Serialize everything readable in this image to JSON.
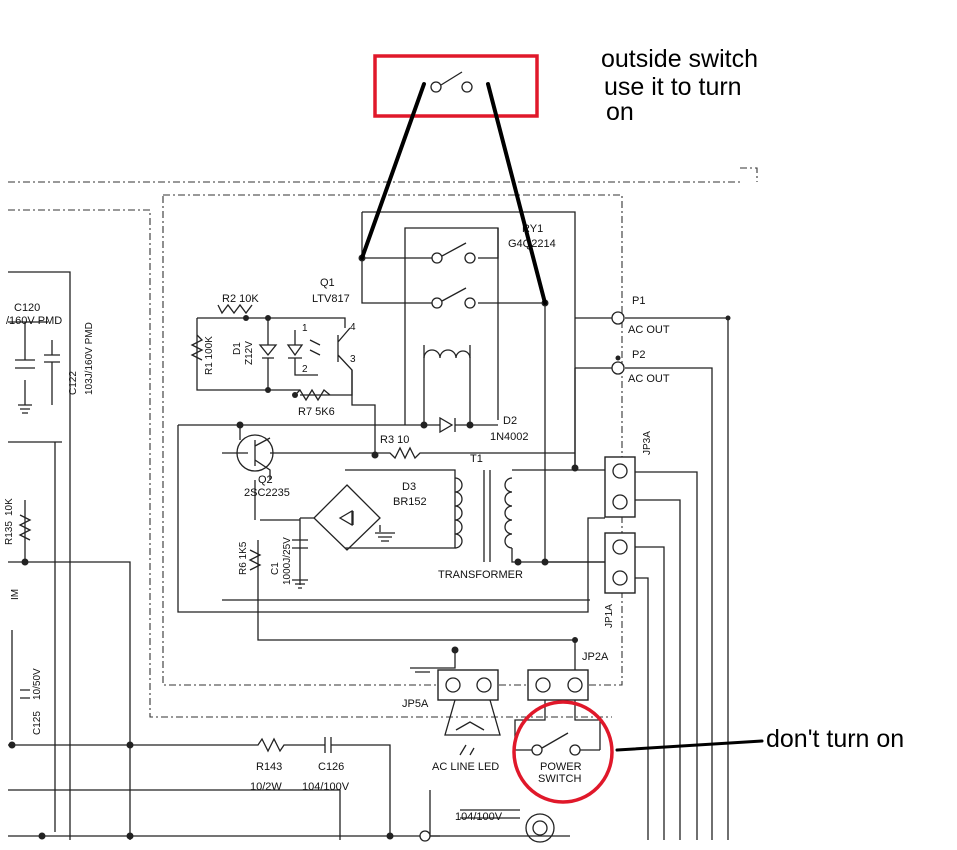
{
  "annotations": {
    "outside_switch_line1": "outside switch",
    "outside_switch_line2": "use it to turn",
    "outside_switch_line3": "on",
    "dont_turn_on": "don't turn on"
  },
  "labels": {
    "c120": "C120",
    "c120_val": "/160V PMD",
    "c122": "C122",
    "c122_val": "103J/160V PMD",
    "r2": "R2 10K",
    "r1": "R1 100K",
    "d1": "D1",
    "d1_val": "Z12V",
    "q1": "Q1",
    "q1_val": "LTV817",
    "ry1": "RY1",
    "ry1_val": "G4Q2214",
    "p1": "P1",
    "p2": "P2",
    "ac_out_1": "AC OUT",
    "ac_out_2": "AC OUT",
    "r7": "R7 5K6",
    "r3": "R3 10",
    "d2": "D2",
    "d2_val": "1N4002",
    "q2": "Q2",
    "q2_val": "2SC2235",
    "d3": "D3",
    "d3_val": "BR152",
    "t1": "T1",
    "transformer": "TRANSFORMER",
    "jp3a": "JP3A",
    "jp1a": "JP1A",
    "r6": "R6 1K5",
    "c1": "C1",
    "c1_val": "1000J/25V",
    "r135": "R135",
    "r135_val": "10K",
    "im": "IM",
    "c125": "C125",
    "c125_val": "10/50V",
    "jp2a": "JP2A",
    "jp5a": "JP5A",
    "ac_line_led": "AC LINE LED",
    "power": "POWER",
    "switch": "SWITCH",
    "r143": "R143",
    "r143_val": "10/2W",
    "c126": "C126",
    "c126_val": "104/100V",
    "cap_bottom": "104/100V"
  },
  "colors": {
    "highlight": "#e0182a",
    "wire": "#222222",
    "annotation_line": "#000000"
  }
}
